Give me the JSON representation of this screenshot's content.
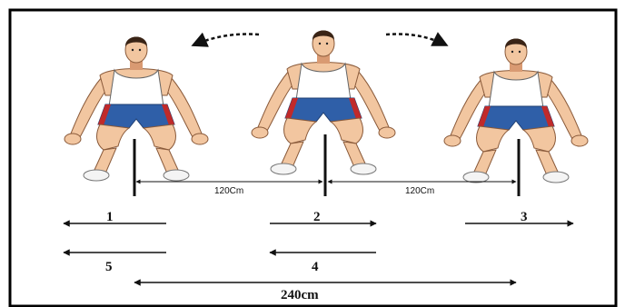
{
  "diagram": {
    "distance_left": "120Cm",
    "distance_right": "120Cm",
    "total_distance": "240cm",
    "steps": [
      "1",
      "2",
      "3",
      "4",
      "5"
    ],
    "colors": {
      "skin": "#f2c6a0",
      "skin_shadow": "#d99a72",
      "hair": "#3a2416",
      "shirt": "#ffffff",
      "shorts_blue": "#2f5fa8",
      "shorts_red": "#c02a2a",
      "shoe": "#f4f4f4",
      "ink": "#111111"
    }
  }
}
